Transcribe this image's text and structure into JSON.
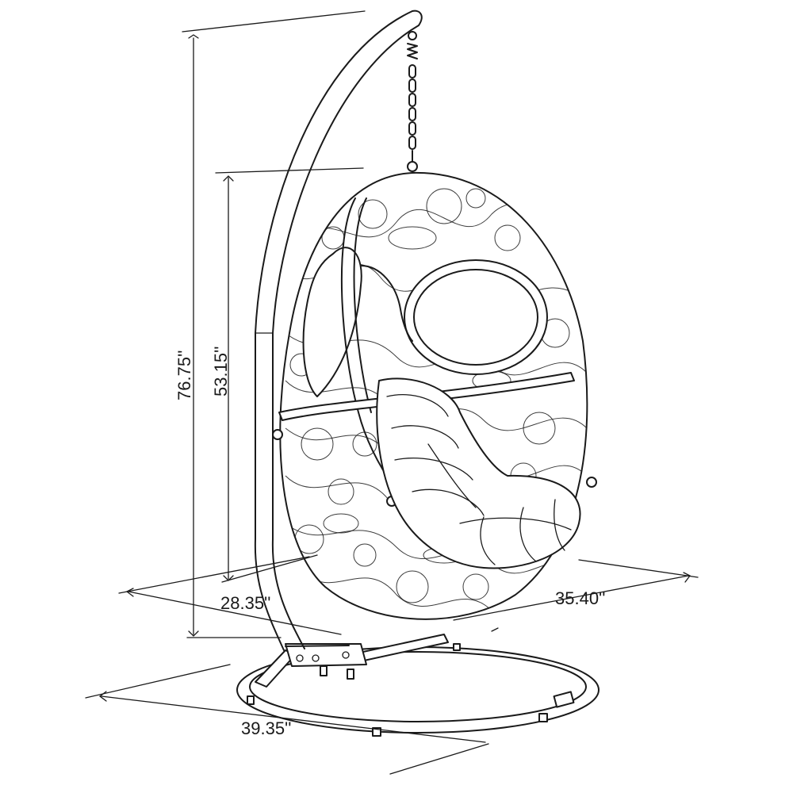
{
  "dimensions": {
    "overall_height": "76.75''",
    "seat_height": "53.15''",
    "seat_depth": "28.35''",
    "seat_width": "35.40''",
    "base_diameter": "39.35''"
  }
}
